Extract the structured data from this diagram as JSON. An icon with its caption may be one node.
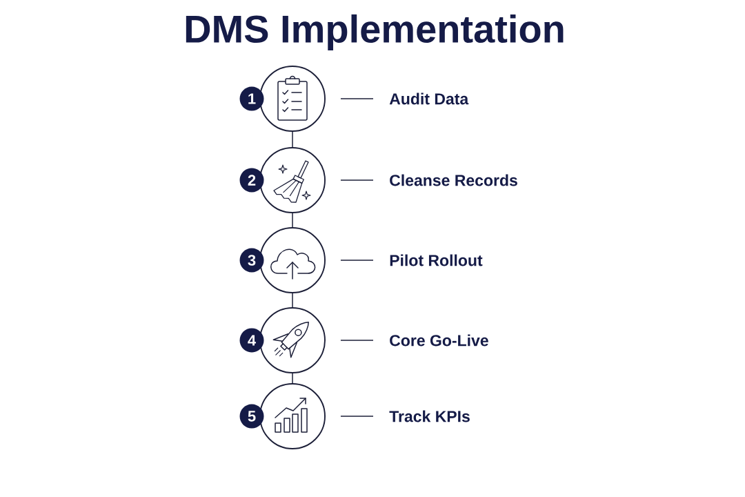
{
  "diagram": {
    "title": "DMS Implementation",
    "nodes": [
      {
        "text": [
          "1"
        ]
      },
      {
        "text": [],
        "shape": "circle"
      },
      {
        "text": [
          "Audit Data"
        ]
      },
      {
        "text": [
          "2"
        ]
      },
      {
        "text": [],
        "shape": "circle"
      },
      {
        "text": [
          "Cleanse Records"
        ]
      },
      {
        "text": [
          "3"
        ]
      },
      {
        "text": [],
        "shape": "circle"
      },
      {
        "text": [
          "Pilot Rollout"
        ]
      },
      {
        "text": [
          "4"
        ]
      },
      {
        "text": [],
        "shape": "circle"
      },
      {
        "text": [
          "Core Go-Live"
        ]
      },
      {
        "text": [
          "5"
        ]
      },
      {
        "text": [],
        "shape": "circle"
      },
      {
        "text": [
          "Track KPIs"
        ]
      }
    ],
    "edges": [
      {
        "from": 1,
        "to": 2,
        "arrow": "none"
      },
      {
        "from": 1,
        "to": 4,
        "arrow": "none"
      },
      {
        "from": 4,
        "to": 5,
        "arrow": "none"
      },
      {
        "from": 4,
        "to": 7,
        "arrow": "none"
      },
      {
        "from": 7,
        "to": 8,
        "arrow": "none"
      },
      {
        "from": 7,
        "to": 10,
        "arrow": "none"
      },
      {
        "from": 10,
        "to": 11,
        "arrow": "none"
      },
      {
        "from": 10,
        "to": 13,
        "arrow": "none"
      },
      {
        "from": 13,
        "to": 14,
        "arrow": "none"
      }
    ]
  }
}
